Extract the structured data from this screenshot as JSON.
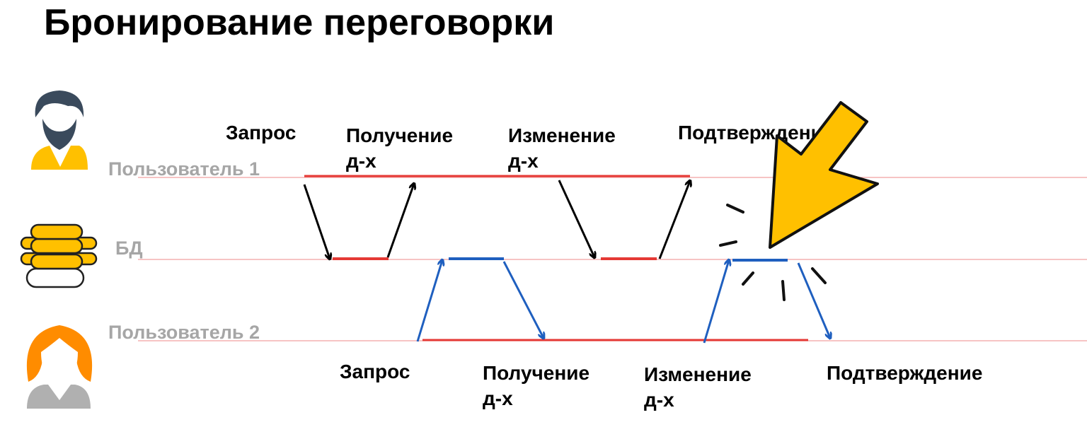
{
  "title": "Бронирование переговорки",
  "lanes": {
    "user1": "Пользователь 1",
    "db": "БД",
    "user2": "Пользователь 2"
  },
  "user1_steps": {
    "request": "Запрос",
    "receive_1": "Получение",
    "receive_2": "д-х",
    "change_1": "Изменение",
    "change_2": "д-х",
    "confirm": "Подтверждение"
  },
  "user2_steps": {
    "request": "Запрос",
    "receive_1": "Получение",
    "receive_2": "д-х",
    "change_1": "Изменение",
    "change_2": "д-х",
    "confirm": "Подтверждение"
  },
  "colors": {
    "user1_flow": "#000000",
    "user2_flow": "#1f5fbf",
    "timeline": "#e53935",
    "pointer": "#ffc000",
    "lane_label": "#a6a6a6"
  }
}
